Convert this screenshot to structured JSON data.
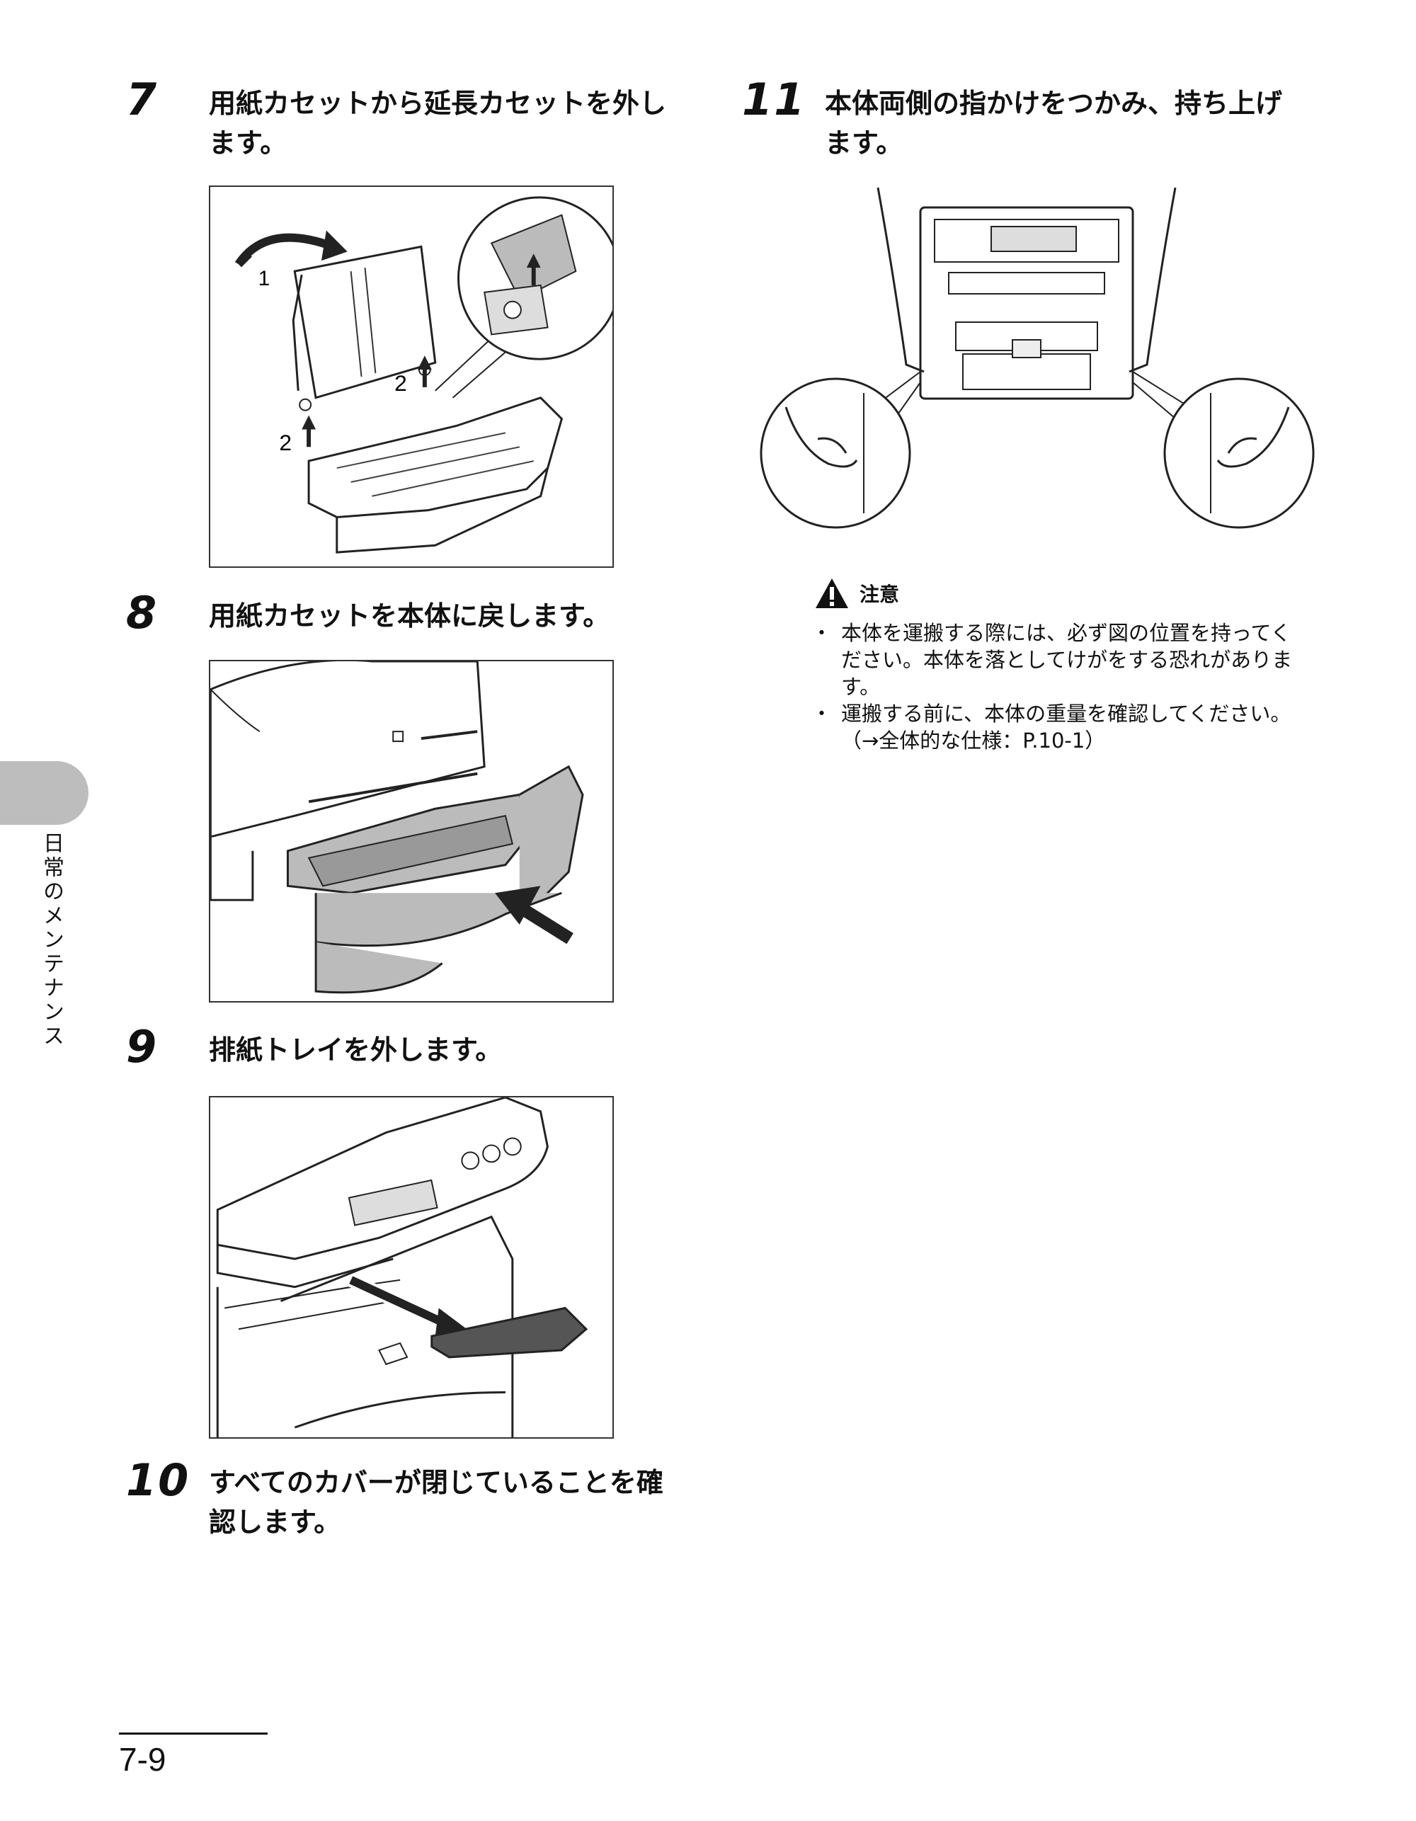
{
  "side_tab": {
    "label": "日常のメンテナンス"
  },
  "steps": [
    {
      "number": "7",
      "text": "用紙カセットから延長カセットを外し\nます。"
    },
    {
      "number": "8",
      "text": "用紙カセットを本体に戻します。"
    },
    {
      "number": "9",
      "text": "排紙トレイを外します。"
    },
    {
      "number": "10",
      "text": "すべてのカバーが閉じていることを確\n認します。"
    },
    {
      "number": "11",
      "text": "本体両側の指かけをつかみ、持ち上げ\nます。"
    }
  ],
  "figure_callouts": {
    "one": "1",
    "two_a": "2",
    "two_b": "2"
  },
  "caution": {
    "title": "注意",
    "items": [
      "本体を運搬する際には、必ず図の位置を持ってください。本体を落としてけがをする恐れがあります。",
      "運搬する前に、本体の重量を確認してください。（→全体的な仕様：P.10-1）"
    ]
  },
  "page_number": "7-9"
}
